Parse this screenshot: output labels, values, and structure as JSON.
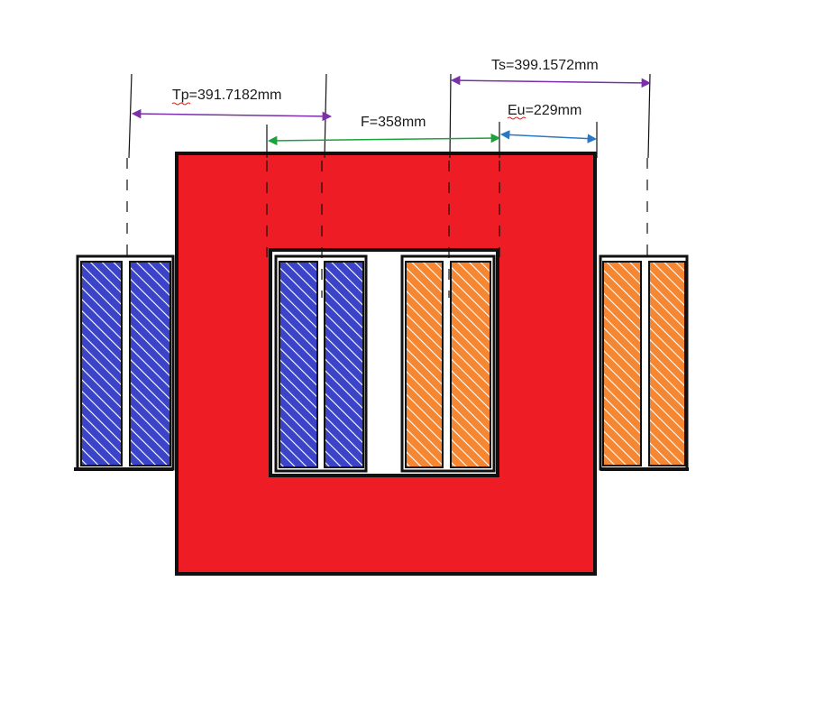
{
  "diagram": {
    "labels": {
      "tp": "Tp=391.7182mm",
      "f": "F=358mm",
      "ts": "Ts=399.1572mm",
      "eu": "Eu=229mm"
    },
    "colors": {
      "core": "#ee1c25",
      "primary_winding": "#3b44c9",
      "secondary_winding": "#f58733",
      "outline": "#111111",
      "tp_arrow": "#7b2fa8",
      "ts_arrow": "#7b2fa8",
      "f_arrow": "#19a33a",
      "eu_arrow": "#2a78c2",
      "window": "#ffffff",
      "spellcheck_underline": "#e0201a"
    }
  }
}
